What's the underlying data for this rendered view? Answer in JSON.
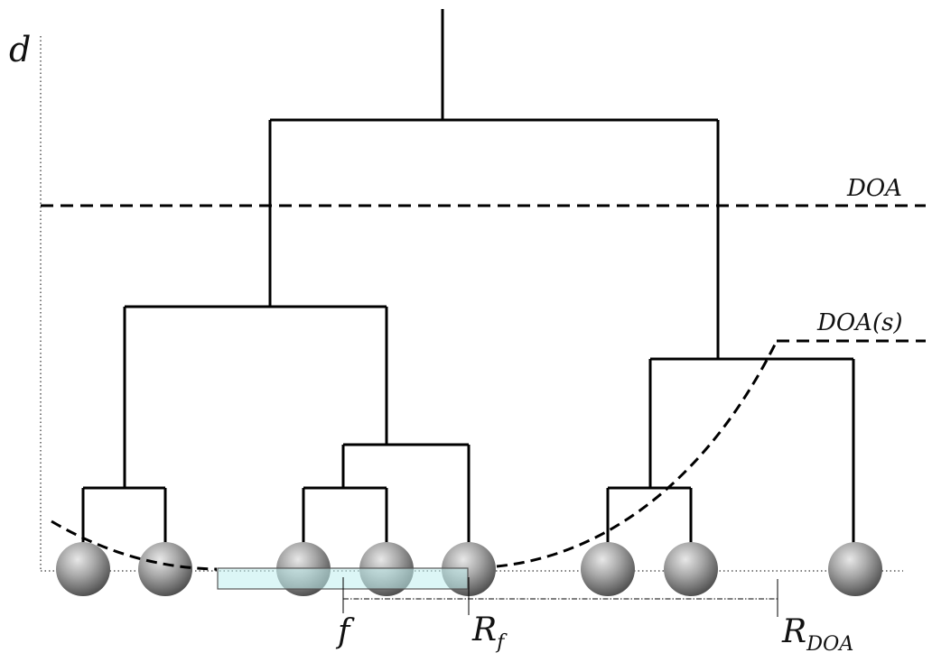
{
  "labels": {
    "axis": "d",
    "doa": "DOA",
    "doa_s": "DOA(s)",
    "f": "f",
    "r_f_main": "R",
    "r_f_sub": "f",
    "r_doa_main": "R",
    "r_doa_sub": "DOA"
  },
  "colors": {
    "line": "#000000",
    "node_light": "#e4e4e4",
    "node_dark": "#5a5a5a",
    "box_fill": "#bfeeee",
    "box_stroke": "#555555"
  }
}
